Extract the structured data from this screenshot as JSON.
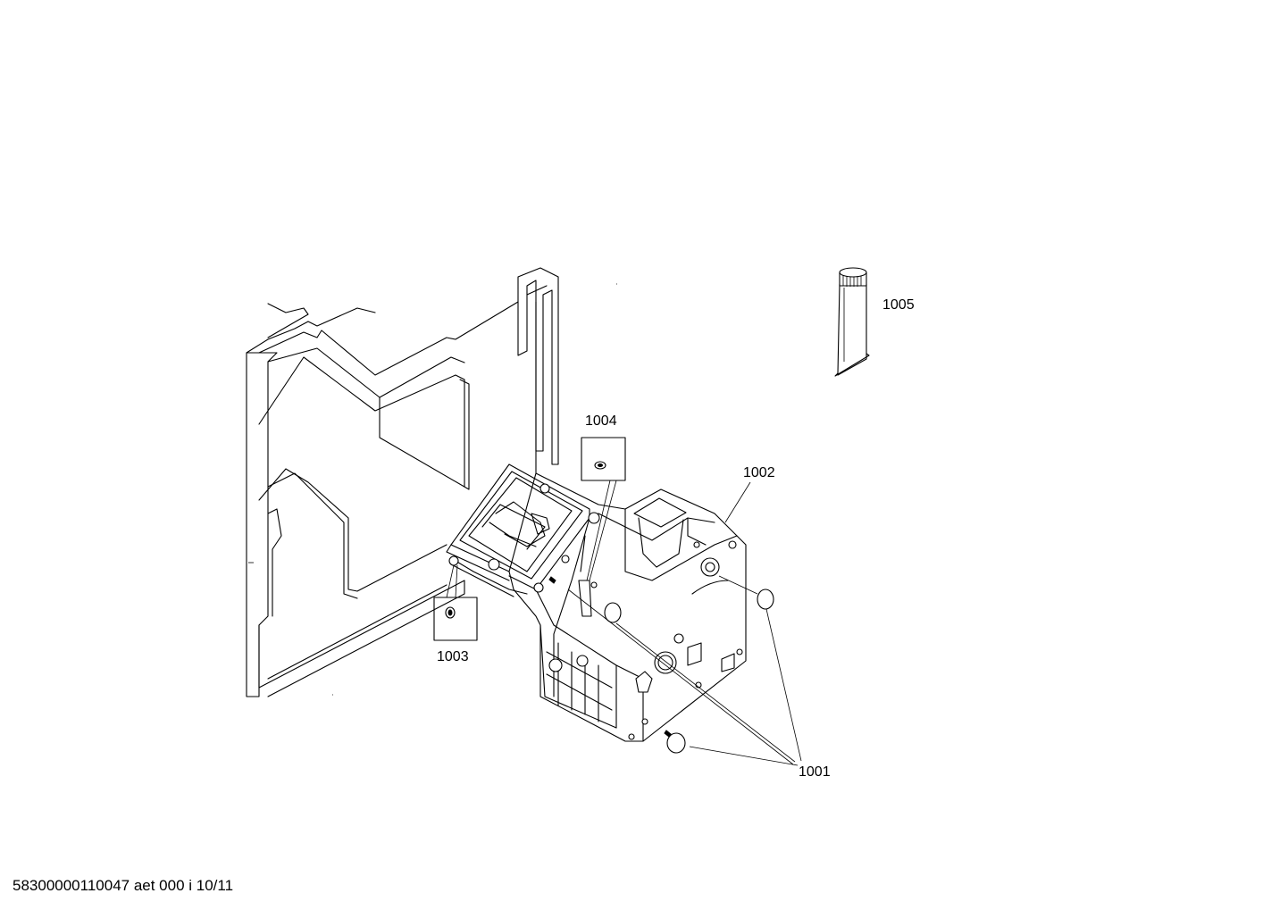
{
  "callouts": {
    "c1001": "1001",
    "c1002": "1002",
    "c1003": "1003",
    "c1004": "1004",
    "c1005": "1005"
  },
  "footer": {
    "doc_ref": "58300000110047 aet 000 i 10/11"
  },
  "colors": {
    "line": "#000000",
    "background": "#ffffff"
  }
}
